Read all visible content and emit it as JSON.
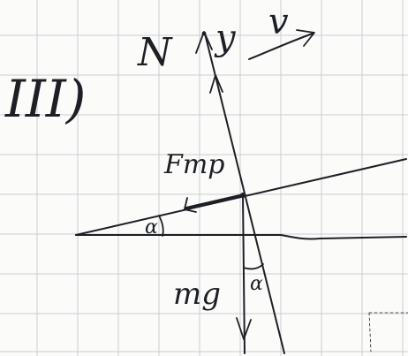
{
  "diagram": {
    "section_label": "III)",
    "force_normal_label": "N",
    "axis_y_label": "y",
    "velocity_label": "v",
    "friction_label": "Fmp",
    "gravity_label": "mg",
    "angle_left_label": "α",
    "angle_bottom_label": "α",
    "colors": {
      "ink": "#1d1f24",
      "grid": "#c9cdd2",
      "paper": "#fbfbfa"
    }
  }
}
